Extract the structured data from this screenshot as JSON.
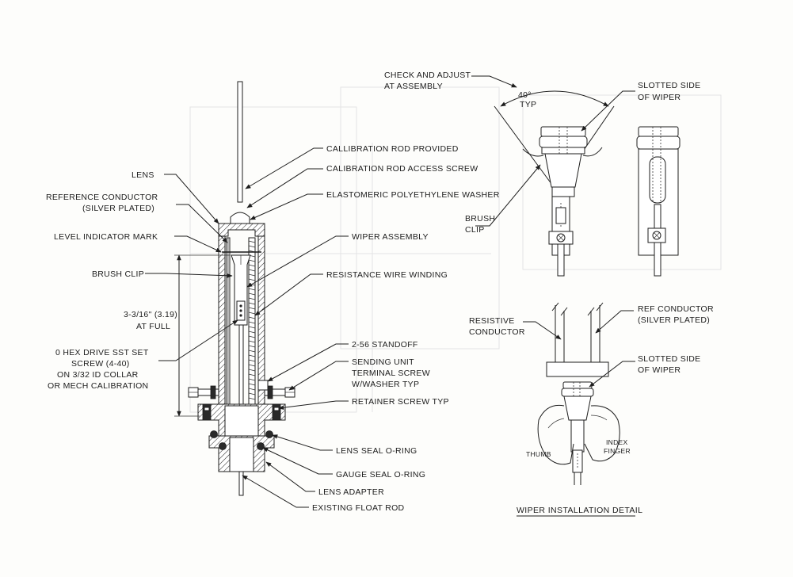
{
  "labels": {
    "calibration_rod_provided": "CALLIBRATION ROD PROVIDED",
    "calibration_rod_access_screw": "CALIBRATION ROD ACCESS SCREW",
    "lens": "LENS",
    "elastomeric_washer": "ELASTOMERIC POLYETHYLENE WASHER",
    "reference_conductor_1": "REFERENCE CONDUCTOR",
    "reference_conductor_2": "(SILVER PLATED)",
    "level_indicator_mark": "LEVEL INDICATOR MARK",
    "wiper_assembly": "WIPER ASSEMBLY",
    "brush_clip": "BRUSH CLIP",
    "resistance_wire_winding": "RESISTANCE WIRE WINDING",
    "dimension_1": "3-3/16\" (3.19)",
    "dimension_2": "AT FULL",
    "hex_drive_1": "0 HEX DRIVE SST SET",
    "hex_drive_2": "SCREW (4-40)",
    "hex_drive_3": "ON 3/32 ID COLLAR",
    "hex_drive_4": "OR MECH CALIBRATION",
    "standoff": "2-56 STANDOFF",
    "sending_unit_1": "SENDING UNIT",
    "sending_unit_2": "TERMINAL SCREW",
    "sending_unit_3": "W/WASHER TYP",
    "retainer_screw": "RETAINER SCREW TYP",
    "lens_seal_oring": "LENS SEAL O-RING",
    "gauge_seal_oring": "GAUGE SEAL O-RING",
    "lens_adapter": "LENS ADAPTER",
    "existing_float_rod": "EXISTING FLOAT ROD",
    "check_adjust_1": "CHECK AND ADJUST",
    "check_adjust_2": "AT ASSEMBLY",
    "angle_1": "40°",
    "angle_2": "TYP",
    "slotted_side_top_1": "SLOTTED SIDE",
    "slotted_side_top_2": "OF WIPER",
    "brush_clip_right_1": "BRUSH",
    "brush_clip_right_2": "CLIP",
    "resistive_conductor_1": "RESISTIVE",
    "resistive_conductor_2": "CONDUCTOR",
    "ref_conductor_1": "REF CONDUCTOR",
    "ref_conductor_2": "(SILVER PLATED)",
    "slotted_side_bottom_1": "SLOTTED SIDE",
    "slotted_side_bottom_2": "OF WIPER",
    "index_finger_1": "INDEX",
    "index_finger_2": "FINGER",
    "thumb": "THUMB",
    "detail_title": "WIPER INSTALLATION DETAIL"
  },
  "colors": {
    "paper": "#fdfdfb",
    "ink": "#1e1e1e"
  }
}
